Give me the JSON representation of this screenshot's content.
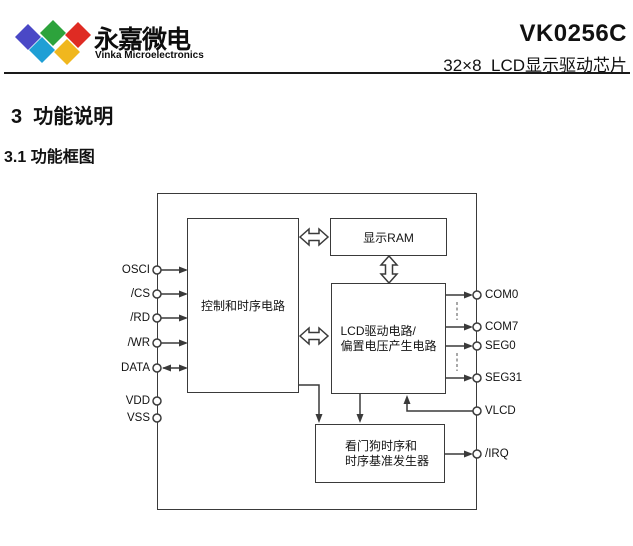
{
  "header": {
    "logo": {
      "company_cn": "永嘉微电",
      "company_en": "Vinka Microelectronics",
      "diamond_colors": {
        "blue": "#4a48c6",
        "cyan": "#1f9fd5",
        "green": "#2da33c",
        "yellow": "#f0b71e",
        "red": "#df2b23"
      }
    },
    "part_number": "VK0256C",
    "subtitle": "32×8  LCD显示驱动芯片"
  },
  "sections": {
    "heading1": "3  功能说明",
    "heading2": "3.1 功能框图"
  },
  "diagram": {
    "blocks": {
      "control": "控制和时序电路",
      "ram": "显示RAM",
      "lcd": {
        "line1": "LCD驱动电路/",
        "line2": "偏置电压产生电路"
      },
      "watchdog": {
        "line1": "看门狗时序和",
        "line2": "时序基准发生器"
      }
    },
    "left_pins": [
      "OSCI",
      "/CS",
      "/RD",
      "/WR",
      "DATA",
      "VDD",
      "VSS"
    ],
    "right_pins": [
      "COM0",
      "COM7",
      "SEG0",
      "SEG31",
      "VLCD",
      "/IRQ"
    ],
    "line_color": "#3a3a3a"
  }
}
